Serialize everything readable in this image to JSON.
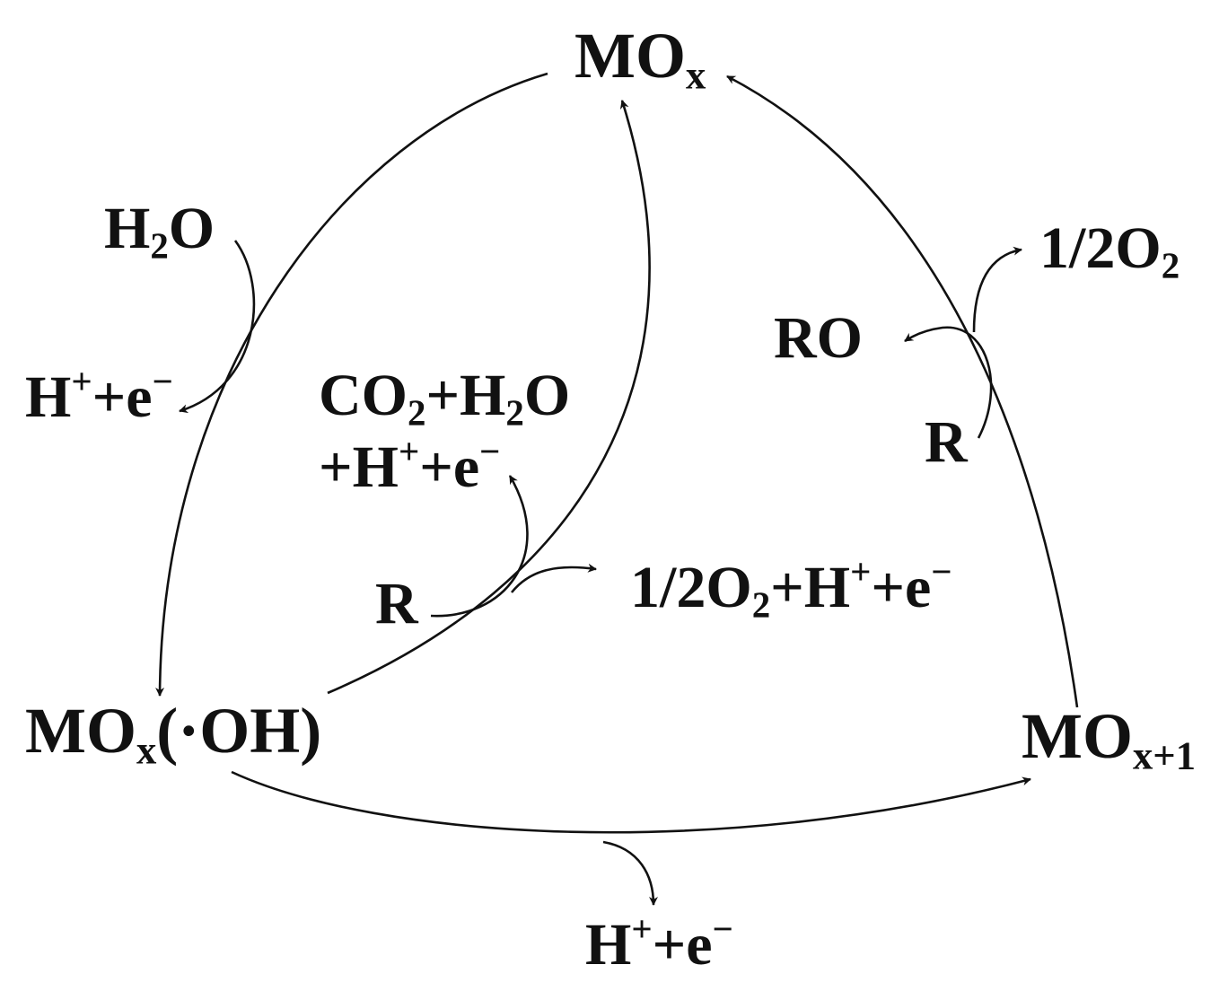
{
  "nodes": {
    "mox": {
      "main": "MO",
      "sub": "x"
    },
    "mox_oh": {
      "main": "MO",
      "sub": "x",
      "tail": "(·OH)"
    },
    "mox1": {
      "main": "MO",
      "sub": "x+1"
    }
  },
  "species": {
    "h2o_in": {
      "a": "H",
      "sub": "2",
      "b": "O"
    },
    "h_e_left": {
      "a": "H",
      "sup": "+",
      "b": "+e",
      "sup2": "−"
    },
    "co2_line1": {
      "a": "CO",
      "sub1": "2",
      "b": "+H",
      "sub2": "2",
      "c": "O"
    },
    "co2_line2": {
      "a": "+H",
      "sup": "+",
      "b": "+e",
      "sup2": "−"
    },
    "r_center": "R",
    "o2_center": {
      "a": "1/2O",
      "sub": "2",
      "b": "+H",
      "sup": "+",
      "c": "+e",
      "sup2": "−"
    },
    "ro": "RO",
    "r_right": "R",
    "o2_right": {
      "a": "1/2O",
      "sub": "2"
    },
    "h_e_bottom": {
      "a": "H",
      "sup": "+",
      "b": "+e",
      "sup2": "−"
    }
  },
  "colors": {
    "ink": "#111111",
    "background": "#ffffff"
  }
}
